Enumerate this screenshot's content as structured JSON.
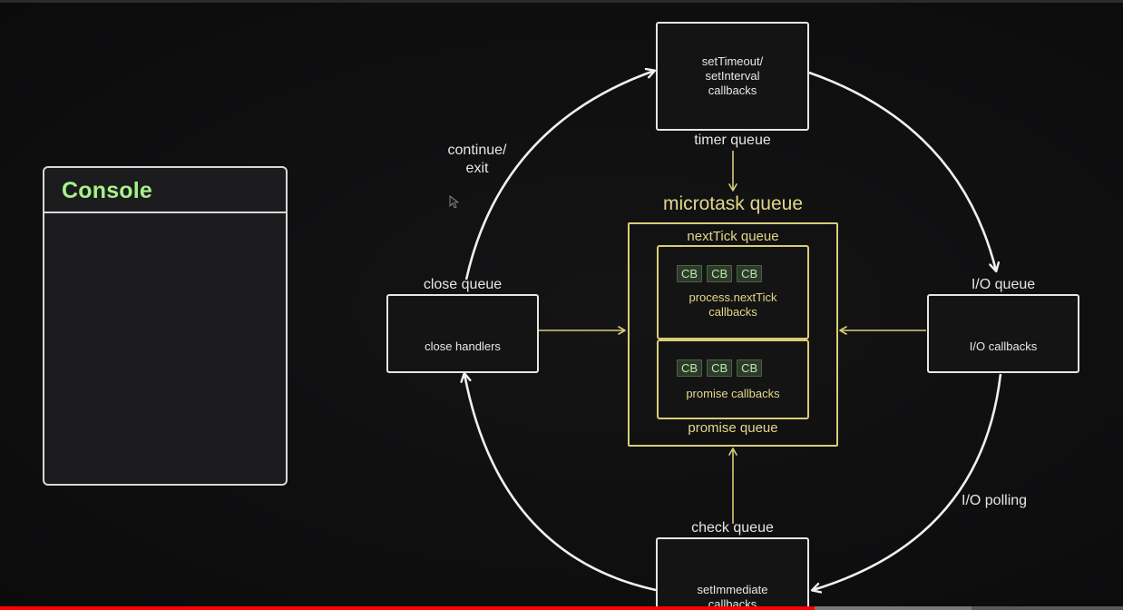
{
  "console": {
    "title": "Console"
  },
  "queues": {
    "timer": {
      "label": "timer queue",
      "box_text": "setTimeout/\nsetInterval\ncallbacks"
    },
    "io": {
      "label": "I/O queue",
      "box_text": "I/O callbacks"
    },
    "check": {
      "label": "check queue",
      "box_text": "setImmediate\ncallbacks"
    },
    "close": {
      "label": "close queue",
      "box_text": "close handlers"
    }
  },
  "microtask": {
    "title": "microtask queue",
    "nexttick": {
      "label": "nextTick queue",
      "cbs": [
        "CB",
        "CB",
        "CB"
      ],
      "text": "process.nextTick\ncallbacks"
    },
    "promise": {
      "label": "promise queue",
      "cbs": [
        "CB",
        "CB",
        "CB"
      ],
      "text": "promise callbacks"
    }
  },
  "loop_labels": {
    "continue_exit": "continue/\nexit",
    "io_polling": "I/O polling"
  },
  "colors": {
    "console_title": "#a6f08a",
    "microtask_yellow": "#d9cd76",
    "cb_green": "#bfe7ad",
    "progress": "#ff0000"
  },
  "player": {
    "progress": 0.725
  }
}
